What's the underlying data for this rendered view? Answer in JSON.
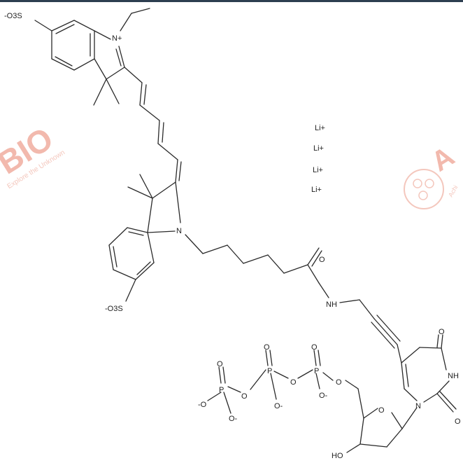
{
  "watermark": {
    "left_text": "BIO",
    "left_tagline": "Explore the Unknown",
    "right_text": "A",
    "right_tagline": "Achi",
    "color": "#f2b9ad"
  },
  "counter_ions": [
    "Li+",
    "Li+",
    "Li+",
    "Li+"
  ],
  "atom_labels": {
    "sulfonate_top": "-O3S",
    "n_plus": "N+",
    "n_lower": "N",
    "sulfonate_lower": "-O3S",
    "carbonyl_o": "O",
    "amide_nh": "NH",
    "base_o_top": "O",
    "base_nh": "NH",
    "base_o_right": "O",
    "base_n": "N",
    "ring_o": "O",
    "ho": "HO",
    "p1": "P",
    "p2": "P",
    "p3": "P",
    "p1_o_top": "O",
    "p1_o_left": "-O",
    "p1_o_bottom": "O-",
    "bridge_o1": "O",
    "p2_o_top": "O",
    "p2_o_bottom": "O-",
    "bridge_o2": "O",
    "p3_o_top": "O",
    "p3_o_bottom": "O-",
    "ester_o": "O"
  }
}
